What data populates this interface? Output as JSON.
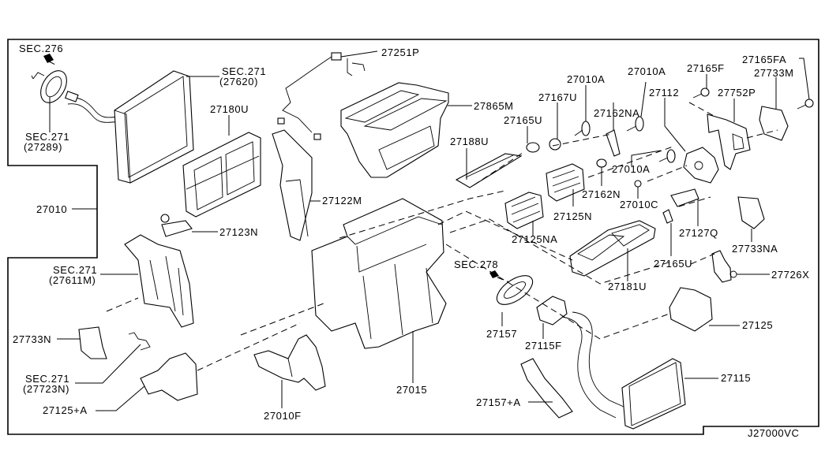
{
  "diagram": {
    "reference_code": "J27000VC",
    "labels": {
      "sec276": "SEC.276",
      "sec271_27289_a": "SEC.271",
      "sec271_27289_b": "(27289)",
      "sec271_27620_a": "SEC.271",
      "sec271_27620_b": "(27620)",
      "p27180U": "27180U",
      "p27010": "27010",
      "p27251P": "27251P",
      "p27865M": "27865M",
      "p27188U": "27188U",
      "p27165U_top": "27165U",
      "p27167U": "27167U",
      "p27010A_1": "27010A",
      "p27162NA": "27162NA",
      "p27010A_2": "27010A",
      "p27112": "27112",
      "p27165F": "27165F",
      "p27752P": "27752P",
      "p27165FA": "27165FA",
      "p27733M": "27733M",
      "p27122M": "27122M",
      "p27123N": "27123N",
      "p27010A_3": "27010A",
      "p27162N": "27162N",
      "p27010C": "27010C",
      "p27125N": "27125N",
      "p27125NA": "27125NA",
      "p27127Q": "27127Q",
      "p27733NA": "27733NA",
      "p27165U_mid": "27165U",
      "p27181U": "27181U",
      "p27726X": "27726X",
      "sec271_27611M_a": "SEC.271",
      "sec271_27611M_b": "(27611M)",
      "sec278": "SEC.278",
      "p27157": "27157",
      "p27115F": "27115F",
      "p27125": "27125",
      "p27733N": "27733N",
      "sec271_27723N_a": "SEC.271",
      "sec271_27723N_b": "(27723N)",
      "p27125A": "27125+A",
      "p27015": "27015",
      "p27010F": "27010F",
      "p27157A": "27157+A",
      "p27115": "27115"
    }
  }
}
